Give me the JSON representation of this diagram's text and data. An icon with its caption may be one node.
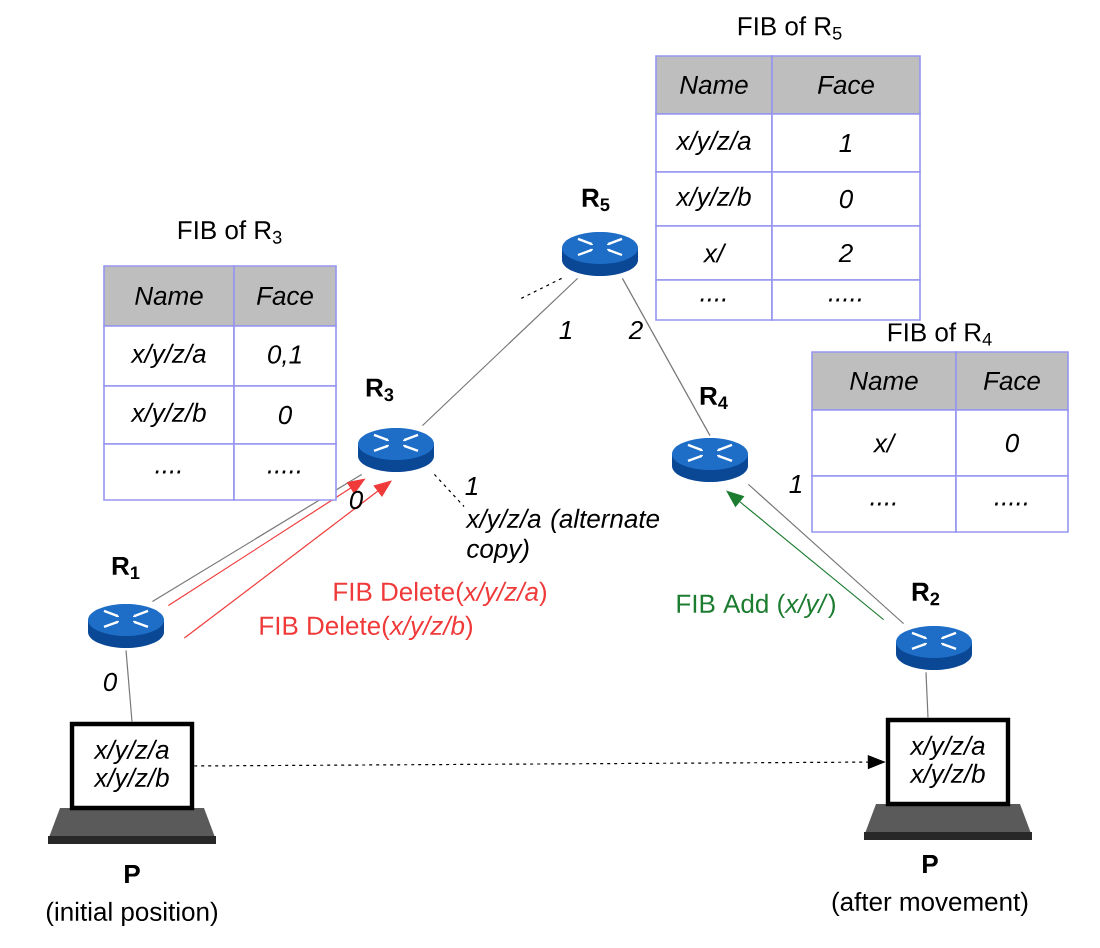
{
  "diagram": {
    "nodes": [
      {
        "text": [
          "R$_{5}$"
        ]
      },
      {
        "text": [
          "R$_{3}$"
        ]
      },
      {
        "text": [
          "R$_{4}$"
        ]
      },
      {
        "text": [
          "R$_{1}$"
        ]
      },
      {
        "text": [
          "R$_{2}$"
        ]
      },
      {
        "text": [
          "x/y/z/a",
          "x/y/z/b"
        ],
        "beside": [
          "P",
          "(initial position)"
        ]
      },
      {
        "text": [
          "x/y/z/a",
          "x/y/z/b"
        ],
        "beside": [
          "P",
          "(after movement)"
        ]
      },
      {
        "text": [
          "x/y/z/a (alternate copy)"
        ]
      }
    ],
    "edges": [
      {
        "from": 0,
        "to": 1,
        "arrow": "none"
      },
      {
        "from": 0,
        "to": 2,
        "arrow": "none"
      },
      {
        "from": 0,
        "to": null,
        "arrow": "none",
        "style": "dashed",
        "color": "#000000"
      },
      {
        "from": 1,
        "to": 3,
        "arrow": "none"
      },
      {
        "from": 1,
        "to": 7,
        "arrow": "none",
        "style": "dashed",
        "color": "#000000"
      },
      {
        "from": 2,
        "to": 4,
        "arrow": "none"
      },
      {
        "from": 3,
        "to": 5,
        "arrow": "none"
      },
      {
        "from": 4,
        "to": 6,
        "arrow": "none"
      },
      {
        "from": 3,
        "to": 1,
        "arrow": "to",
        "label": "FIB Delete(*x/y/z/a*)",
        "color": "#f03a3a"
      },
      {
        "from": 3,
        "to": 1,
        "arrow": "to",
        "label": "FIB Delete(*x/y/z/b*)",
        "color": "#f03a3a"
      },
      {
        "from": 4,
        "to": 2,
        "arrow": "to",
        "label": "FIB Add (*x/y/*)",
        "color": "#1c7c30"
      },
      {
        "from": 5,
        "to": 6,
        "arrow": "to",
        "style": "dashed",
        "color": "#000000"
      }
    ],
    "labels": [
      "FIB of R$_{5}$",
      "Name",
      "Face",
      "x/y/z/a",
      "1",
      "x/y/z/b",
      "0",
      "x/",
      "2",
      "....",
      ".....",
      "FIB of R$_{3}$",
      "Name",
      "Face",
      "x/y/z/a",
      "0,1",
      "x/y/z/b",
      "0",
      "....",
      ".....",
      "FIB of R$_{4}$",
      "Name",
      "Face",
      "x/",
      "0",
      "....",
      ".....",
      "1",
      "2",
      "0",
      "1",
      "1",
      "0"
    ]
  }
}
